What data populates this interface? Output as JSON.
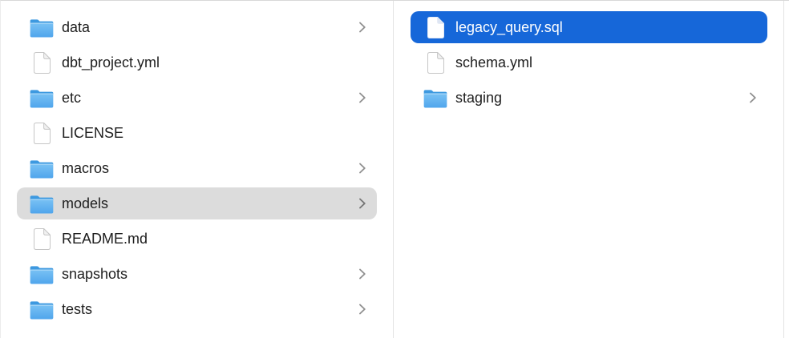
{
  "app": "finder-column-browser",
  "colors": {
    "selection_blue": "#1667d9",
    "selection_gray": "#dcdcdc",
    "divider": "#e3e3e3",
    "top_border": "#d8d8d8",
    "text": "#1e1e1e",
    "selected_text": "#ffffff",
    "chevron": "#8f8f8f",
    "folder_back": "#3d99e0",
    "folder_front_top": "#7ac2f4",
    "folder_front_bottom": "#4fa5ec"
  },
  "columns": [
    {
      "name": "parent-folder-column",
      "items": [
        {
          "label": "data",
          "type": "folder",
          "chevron": true,
          "selected": "none"
        },
        {
          "label": "dbt_project.yml",
          "type": "file",
          "chevron": false,
          "selected": "none"
        },
        {
          "label": "etc",
          "type": "folder",
          "chevron": true,
          "selected": "none"
        },
        {
          "label": "LICENSE",
          "type": "file",
          "chevron": false,
          "selected": "none"
        },
        {
          "label": "macros",
          "type": "folder",
          "chevron": true,
          "selected": "none"
        },
        {
          "label": "models",
          "type": "folder",
          "chevron": true,
          "selected": "inactive"
        },
        {
          "label": "README.md",
          "type": "file",
          "chevron": false,
          "selected": "none"
        },
        {
          "label": "snapshots",
          "type": "folder",
          "chevron": true,
          "selected": "none"
        },
        {
          "label": "tests",
          "type": "folder",
          "chevron": true,
          "selected": "none"
        }
      ]
    },
    {
      "name": "current-folder-column",
      "items": [
        {
          "label": "legacy_query.sql",
          "type": "file",
          "chevron": false,
          "selected": "active"
        },
        {
          "label": "schema.yml",
          "type": "file",
          "chevron": false,
          "selected": "none"
        },
        {
          "label": "staging",
          "type": "folder",
          "chevron": true,
          "selected": "none"
        }
      ]
    }
  ]
}
